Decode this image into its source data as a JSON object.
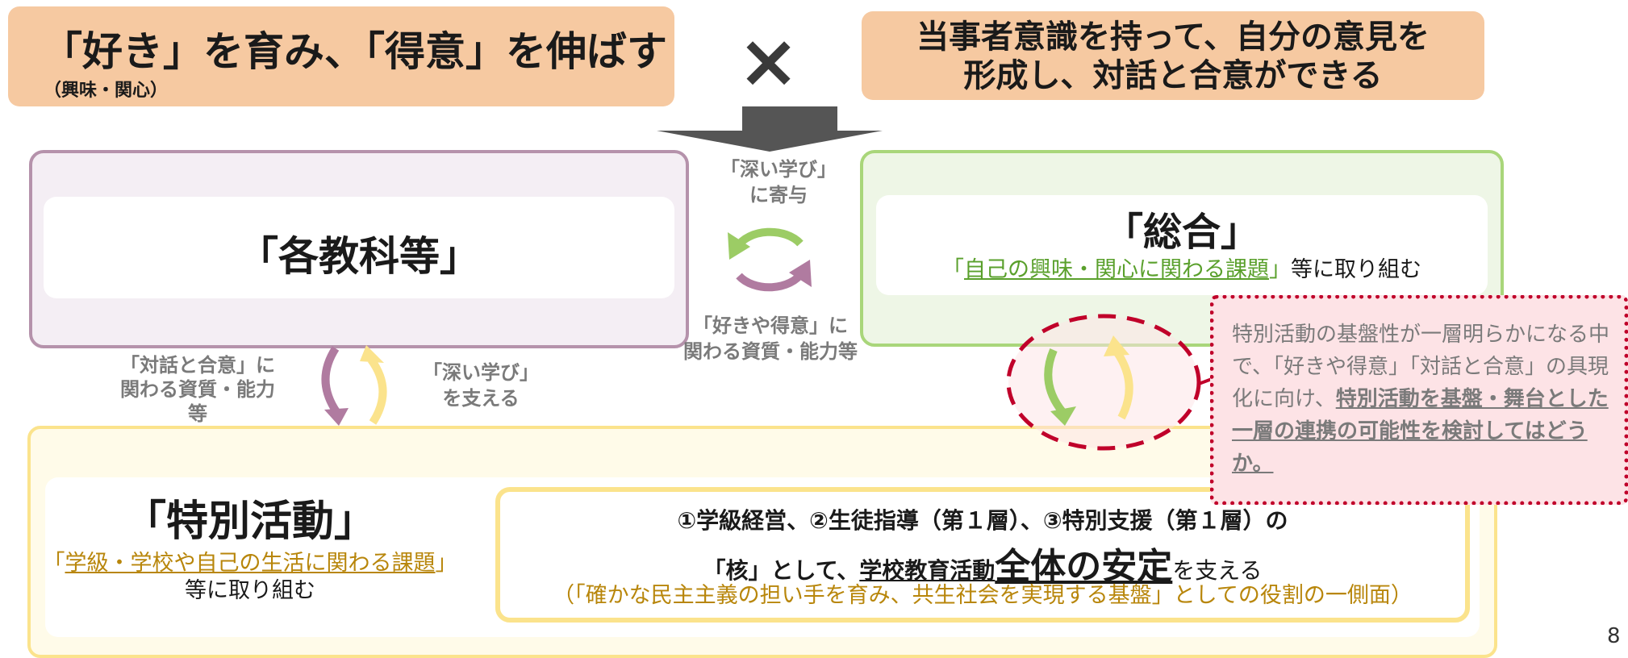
{
  "banner_left": {
    "title": "「好き」を育み、「得意」を伸ばす",
    "subtitle": "（興味・関心）"
  },
  "times_symbol": "×",
  "banner_right": {
    "line1": "当事者意識を持って、自分の意見を",
    "line2": "形成し、対話と合意ができる"
  },
  "subjects_box": {
    "title": "「各教科等」"
  },
  "sogo_box": {
    "title": "「総合」",
    "desc_prefix": "「",
    "desc_link": "自己の興味・関心に関わる課題",
    "desc_suffix": "」",
    "desc_tail": "等に取り組む"
  },
  "center_top_label": {
    "line1": "「深い学び」",
    "line2": "に寄与"
  },
  "center_bottom_label": {
    "line1": "「好きや得意」に",
    "line2": "関わる資質・能力等"
  },
  "left_label": {
    "line1": "「対話と合意」に",
    "line2": "関わる資質・能力",
    "line3": "等"
  },
  "left_right_label": {
    "line1": "「深い学び」",
    "line2": "を支える"
  },
  "tokkatsu_box": {
    "title": "「特別活動」",
    "desc_prefix": "「",
    "desc_link": "学級・学校や自己の生活に関わる課題",
    "desc_suffix": "」",
    "desc_tail": "等に取り組む"
  },
  "core_box": {
    "line1": "①学級経営、②生徒指導（第１層）、③特別支援（第１層）の",
    "line2_a": "「核」として、",
    "line2_b": "学校教育活動",
    "line2_c": "全体の安定",
    "line2_d": "を支える",
    "line3": "（「確かな民主主義の担い手を育み、共生社会を実現する基盤」としての役割の一側面）"
  },
  "callout": {
    "text_plain": "特別活動の基盤性が一層明らかになる中で、「好きや得意」「対話と合意」の具現化に向け、",
    "text_bold": "特別活動を基盤・舞台とした一層の連携の可能性を検討してはどうか。"
  },
  "page_number": "8",
  "colors": {
    "banner": "#f6c9a1",
    "subjects_border": "#b592ab",
    "sogo_border": "#a9d67a",
    "tokkatsu_border": "#fbe38c",
    "callout_border": "#c0002a",
    "arrow_green": "#9ccc65",
    "arrow_purple": "#b07ba0",
    "arrow_yellow": "#fbe38c"
  }
}
